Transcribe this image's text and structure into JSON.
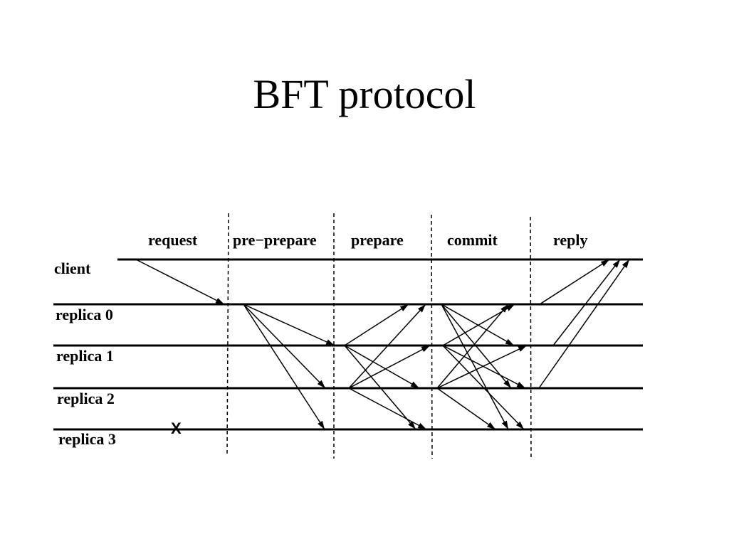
{
  "title": "BFT protocol",
  "phases": [
    "request",
    "pre−prepare",
    "prepare",
    "commit",
    "reply"
  ],
  "participants": [
    "client",
    "replica 0",
    "replica 1",
    "replica 2",
    "replica 3"
  ],
  "failed_marker": "X",
  "messages": [
    {
      "phase": "request",
      "from": "client",
      "to": "replica 0"
    },
    {
      "phase": "pre−prepare",
      "from": "replica 0",
      "to": "replica 1"
    },
    {
      "phase": "pre−prepare",
      "from": "replica 0",
      "to": "replica 2"
    },
    {
      "phase": "pre−prepare",
      "from": "replica 0",
      "to": "replica 3"
    },
    {
      "phase": "prepare",
      "from": "replica 1",
      "to": "replica 0"
    },
    {
      "phase": "prepare",
      "from": "replica 1",
      "to": "replica 2"
    },
    {
      "phase": "prepare",
      "from": "replica 1",
      "to": "replica 3"
    },
    {
      "phase": "prepare",
      "from": "replica 2",
      "to": "replica 0"
    },
    {
      "phase": "prepare",
      "from": "replica 2",
      "to": "replica 1"
    },
    {
      "phase": "prepare",
      "from": "replica 2",
      "to": "replica 3"
    },
    {
      "phase": "commit",
      "from": "replica 0",
      "to": "replica 1"
    },
    {
      "phase": "commit",
      "from": "replica 0",
      "to": "replica 2"
    },
    {
      "phase": "commit",
      "from": "replica 0",
      "to": "replica 3"
    },
    {
      "phase": "commit",
      "from": "replica 1",
      "to": "replica 0"
    },
    {
      "phase": "commit",
      "from": "replica 1",
      "to": "replica 2"
    },
    {
      "phase": "commit",
      "from": "replica 1",
      "to": "replica 3"
    },
    {
      "phase": "commit",
      "from": "replica 2",
      "to": "replica 0"
    },
    {
      "phase": "commit",
      "from": "replica 2",
      "to": "replica 1"
    },
    {
      "phase": "commit",
      "from": "replica 2",
      "to": "replica 3"
    },
    {
      "phase": "reply",
      "from": "replica 0",
      "to": "client"
    },
    {
      "phase": "reply",
      "from": "replica 1",
      "to": "client"
    },
    {
      "phase": "reply",
      "from": "replica 2",
      "to": "client"
    }
  ]
}
